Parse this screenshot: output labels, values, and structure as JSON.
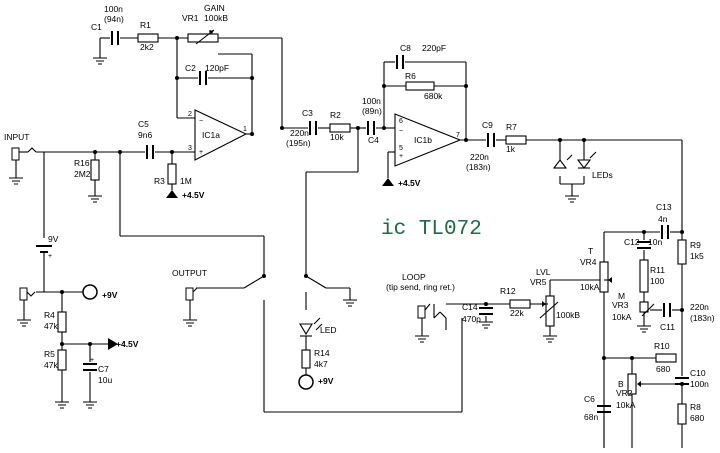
{
  "title": "ic TL072",
  "labels": {
    "input": "INPUT",
    "output": "OUTPUT",
    "loop": "LOOP",
    "loop_note": "(tip send, ring ret.)",
    "gain": "GAIN",
    "leds": "LEDs",
    "led": "LED",
    "lvl": "LVL",
    "t": "T",
    "m": "M",
    "b": "B",
    "supply_9v": "+9V",
    "supply_45v": "+4.5V",
    "nine_v": "9V",
    "plus": "+",
    "minus": "-"
  },
  "ics": [
    {
      "name": "IC1a",
      "minus_pin": "2",
      "plus_pin": "3",
      "out_pin": "1"
    },
    {
      "name": "IC1b",
      "minus_pin": "6",
      "plus_pin": "5",
      "out_pin": "7"
    }
  ],
  "components": {
    "c1": {
      "name": "C1",
      "value": "100n",
      "value2": "(94n)"
    },
    "r1": {
      "name": "R1",
      "value": "2k2"
    },
    "vr1": {
      "name": "VR1",
      "value": "100kB"
    },
    "c2": {
      "name": "C2",
      "value": "120pF"
    },
    "c5": {
      "name": "C5",
      "value": "9n6"
    },
    "r16": {
      "name": "R16",
      "value": "2M2"
    },
    "r3": {
      "name": "R3",
      "value": "1M"
    },
    "c3": {
      "name": "C3",
      "value": "220n",
      "value2": "(195n)"
    },
    "r2": {
      "name": "R2",
      "value": "10k"
    },
    "c4": {
      "name": "C4",
      "value": "100n",
      "value2": "(89n)"
    },
    "c8": {
      "name": "C8",
      "value": "220pF"
    },
    "r6": {
      "name": "R6",
      "value": "680k"
    },
    "c9": {
      "name": "C9",
      "value": "220n",
      "value2": "(183n)"
    },
    "r7": {
      "name": "R7",
      "value": "1k"
    },
    "c13": {
      "name": "C13",
      "value": "4n"
    },
    "c12": {
      "name": "C12",
      "value": "10n"
    },
    "r9": {
      "name": "R9",
      "value": "1k5"
    },
    "r11": {
      "name": "R11",
      "value": "100"
    },
    "vr4": {
      "name": "VR4",
      "value": "10kA"
    },
    "vr3": {
      "name": "VR3",
      "value": "10kA"
    },
    "c11": {
      "name": "C11",
      "value": "220n",
      "value2": "(183n)"
    },
    "r10": {
      "name": "R10",
      "value": "680"
    },
    "c10": {
      "name": "C10",
      "value": "100n"
    },
    "vr2": {
      "name": "VR2",
      "value": "10kA"
    },
    "r8": {
      "name": "R8",
      "value": "680"
    },
    "c6": {
      "name": "C6",
      "value": "68n"
    },
    "c14": {
      "name": "C14",
      "value": "470p"
    },
    "r12": {
      "name": "R12",
      "value": "22k"
    },
    "vr5": {
      "name": "VR5",
      "value": "100kB"
    },
    "r14": {
      "name": "R14",
      "value": "4k7"
    },
    "r4": {
      "name": "R4",
      "value": "47k"
    },
    "r5": {
      "name": "R5",
      "value": "47k"
    },
    "c7": {
      "name": "C7",
      "value": "10u"
    }
  }
}
